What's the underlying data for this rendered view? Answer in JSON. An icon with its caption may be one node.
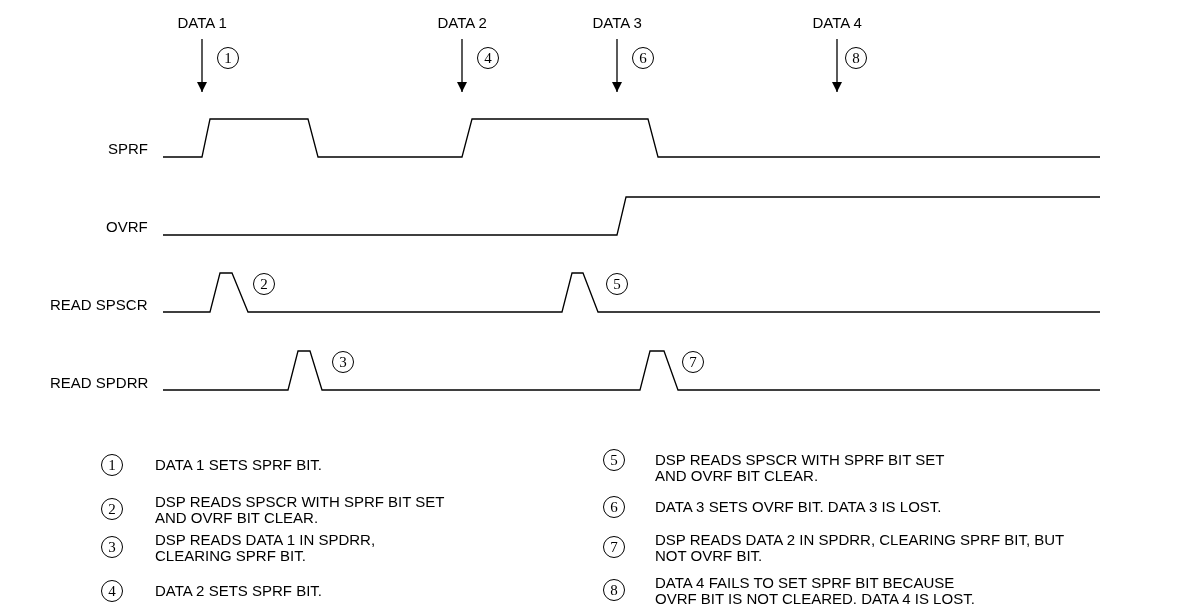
{
  "diagram": {
    "nodes": [
      {
        "text": [
          "DATA 1"
        ]
      },
      {
        "text": [
          "DATA 2"
        ]
      },
      {
        "text": [
          "DATA 3"
        ]
      },
      {
        "text": [
          "DATA 4"
        ]
      }
    ],
    "edges": [
      {
        "from": 0,
        "to": null,
        "arrow": "to"
      },
      {
        "from": 1,
        "to": null,
        "arrow": "to"
      },
      {
        "from": 2,
        "to": null,
        "arrow": "to"
      },
      {
        "from": 3,
        "to": null,
        "arrow": "to"
      }
    ],
    "labels": [
      "1",
      "4",
      "6",
      "8",
      "SPRF",
      "OVRF",
      "READ SPSCR",
      "2",
      "5",
      "READ SPDRR",
      "3",
      "7",
      "1",
      "DATA 1 SETS SPRF BIT.",
      "5",
      "DSP READS SPSCR WITH SPRF BIT SET AND OVRF BIT CLEAR.",
      "2",
      "DSP READS SPSCR WITH SPRF BIT SET AND OVRF BIT CLEAR.",
      "6",
      "DATA 3 SETS OVRF BIT. DATA 3 IS LOST.",
      "3",
      "DSP READS DATA 1 IN SPDRR, CLEARING SPRF BIT.",
      "7",
      "DSP READS DATA 2 IN SPDRR, CLEARING SPRF BIT, BUT NOT OVRF BIT.",
      "4",
      "DATA 2 SETS SPRF BIT.",
      "8",
      "DATA 4 FAILS TO SET SPRF BIT BECAUSE OVRF BIT IS NOT CLEARED. DATA 4 IS LOST."
    ]
  }
}
